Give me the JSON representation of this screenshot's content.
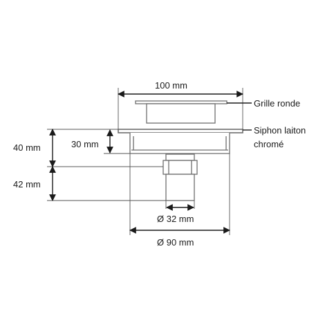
{
  "diagram": {
    "dimensions": {
      "width_top": "100 mm",
      "height_total_top": "40 mm",
      "height_inner": "30 mm",
      "height_bottom": "42 mm",
      "diameter_outlet": "Ø 32 mm",
      "diameter_body": "Ø 90 mm"
    },
    "callouts": {
      "grille": "Grille ronde",
      "siphon_line1": "Siphon laiton",
      "siphon_line2": "chromé"
    },
    "colors": {
      "line": "#1a1a1a",
      "part_stroke": "#6d6d6d",
      "part_fill": "#ffffff"
    }
  }
}
